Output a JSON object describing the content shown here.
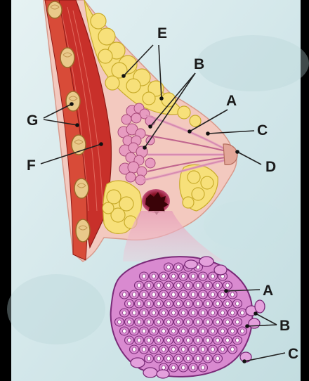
{
  "labels": {
    "top_e": "E",
    "top_b": "B",
    "top_a": "A",
    "top_c": "C",
    "top_d": "D",
    "top_g": "G",
    "top_f": "F",
    "bottom_a": "A",
    "bottom_b": "B",
    "bottom_c": "C"
  },
  "colors": {
    "background_light": "#dfeef0",
    "background_dark": "#b7d4d8",
    "frame": "#000000",
    "skin": "#f3c9bf",
    "fat": "#f7e07a",
    "fat_outline": "#c9ac2c",
    "muscle": "#c8302a",
    "rib_fill": "#e9c98a",
    "lobule": "#e79bc0",
    "tumor": "#7a1020",
    "cell_fill": "#d98ad0",
    "cell_outline": "#7a2a78",
    "nucleus": "#ffffff",
    "label_text": "#1a1a1a"
  }
}
